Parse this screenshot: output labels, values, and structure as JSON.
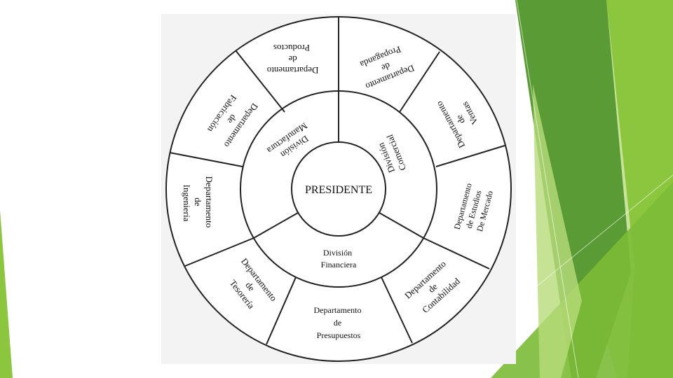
{
  "slide": {
    "colors": {
      "background": "#ffffff",
      "accent_dark": "#5a9b35",
      "accent_mid": "#8cc63f",
      "accent_light": "#c9e39a",
      "diagram_bg": "#f3f3f3",
      "line": "#222222"
    }
  },
  "diagram": {
    "center_label": "PRESIDENTE",
    "divisions": {
      "top_left": [
        "División",
        "Manufactura"
      ],
      "top_right": [
        "División",
        "Comercial"
      ],
      "bottom": [
        "División",
        "Financiera"
      ]
    },
    "departments": {
      "top_left_upper": [
        "Departamento",
        "de",
        "Productos"
      ],
      "top_right_upper": [
        "Departamento",
        "de",
        "Propaganda"
      ],
      "top_left_lower": [
        "Departamento",
        "de",
        "Fabricación"
      ],
      "right_upper": [
        "Departamento",
        "de",
        "Ventas"
      ],
      "left": [
        "Departamento",
        "de",
        "Ingeniería"
      ],
      "right_lower": [
        "Departamento",
        "de Estudios",
        "De Mercado"
      ],
      "bottom_left": [
        "Departamento",
        "de",
        "Tesorería"
      ],
      "bottom_right": [
        "Departamento",
        "de",
        "Contabilidad"
      ],
      "bottom": [
        "Departamento",
        "de",
        "Presupuestos"
      ]
    }
  }
}
